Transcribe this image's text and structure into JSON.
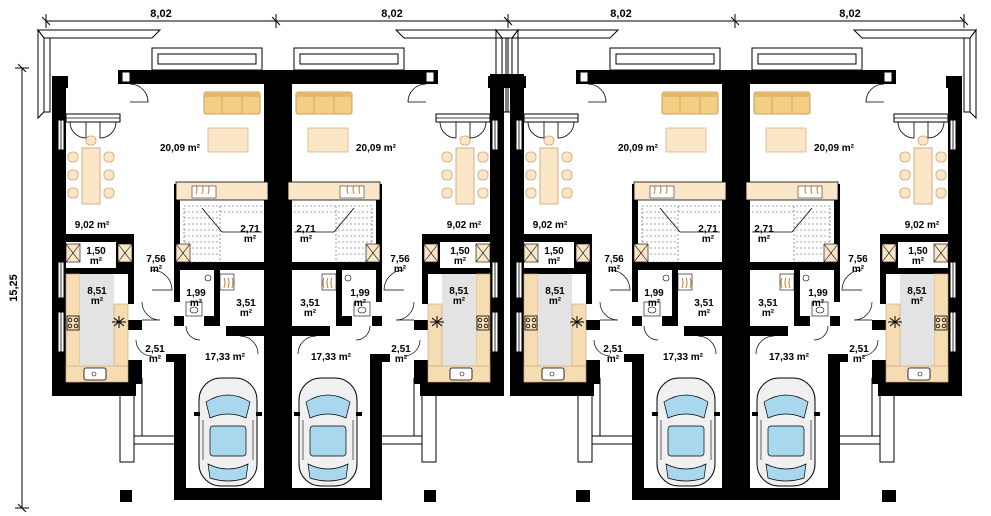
{
  "dimensions": {
    "width_label": "8,02",
    "depth_label": "15,25"
  },
  "unit": "m²",
  "rooms": {
    "living": "20,09",
    "dining": "9,02",
    "stair": "2,71",
    "hall": "7,56",
    "pantry": "1,50",
    "kitchen": "8,51",
    "wc": "1,99",
    "boiler": "3,51",
    "vestibule": "2,51",
    "garage": "17,33"
  },
  "colors": {
    "wall": "#000000",
    "sofa": "#f3cf86",
    "furniture": "#fbe6c7",
    "cabinet": "#f6dcb3",
    "glass": "#cfe6f0",
    "car_glass": "#a9d8ee",
    "counter": "#e3e3e3"
  }
}
